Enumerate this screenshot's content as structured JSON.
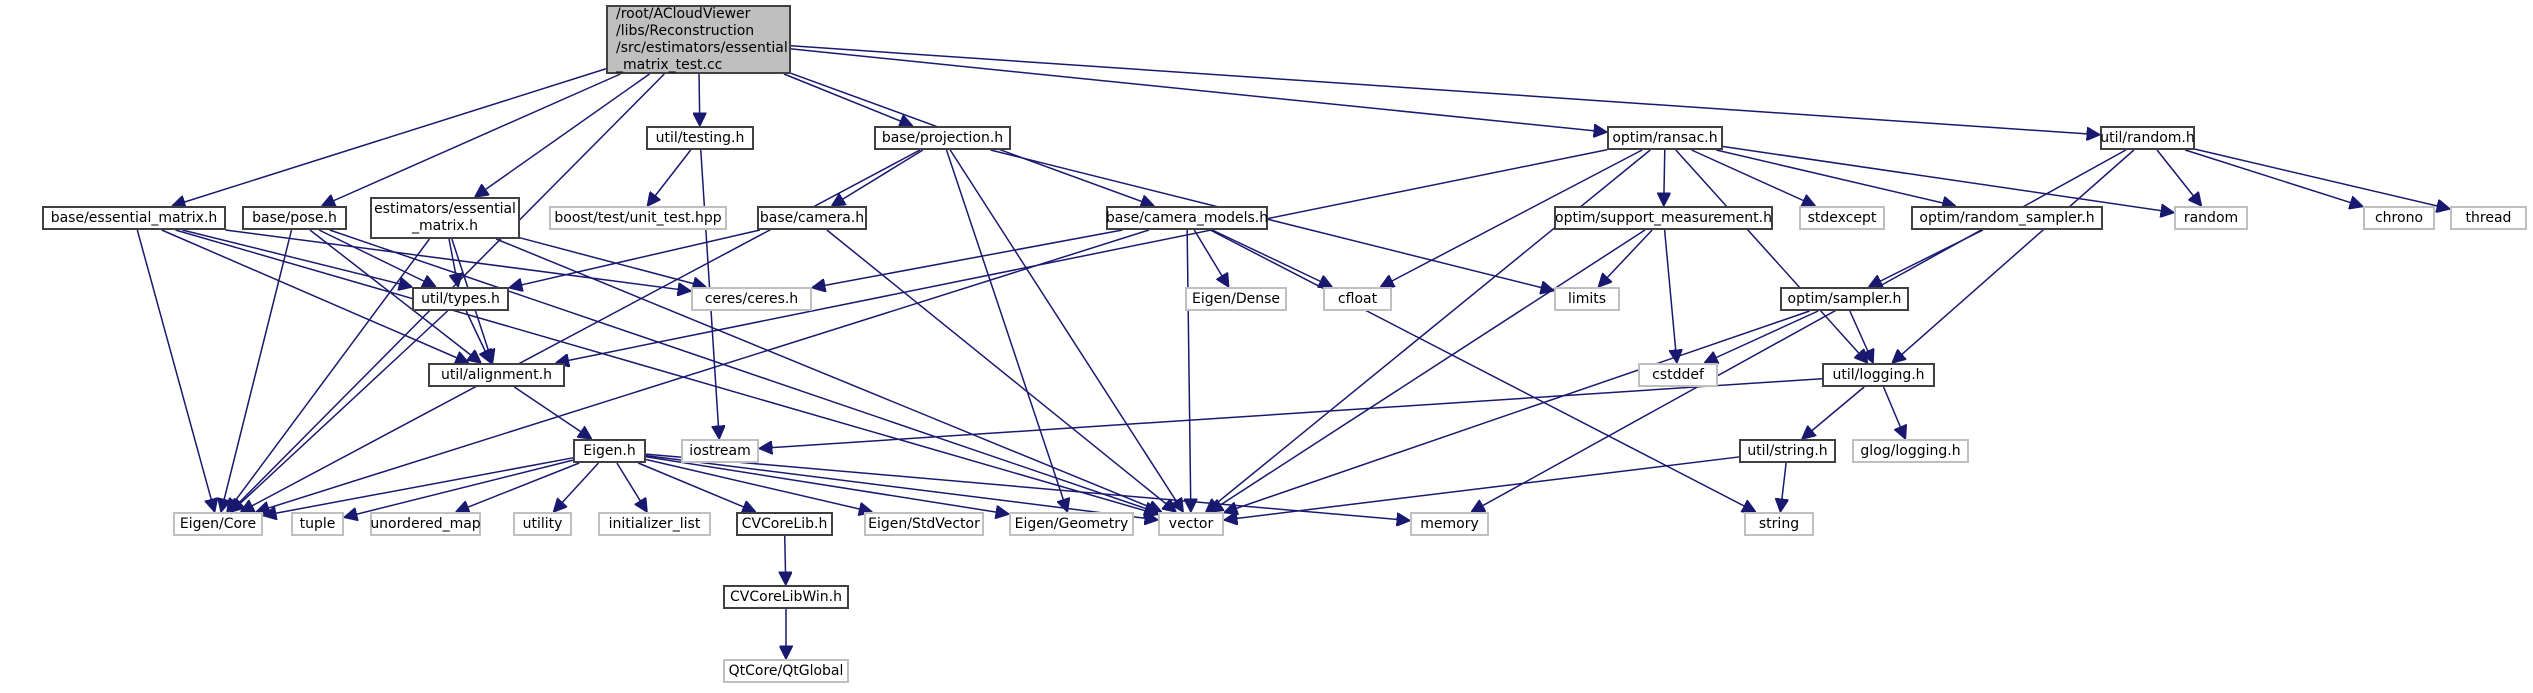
{
  "title": "Include dependency graph for essential_matrix_test.cc",
  "colors": {
    "edge": "#191970",
    "local_border": "#404040",
    "system_border": "#bfbfbf",
    "root_fill": "#bfbfbf"
  },
  "nodes": [
    {
      "id": "root",
      "label": "/root/ACloudViewer\n/libs/Reconstruction\n/src/estimators/essential\n_matrix_test.cc",
      "kind": "root"
    },
    {
      "id": "util_testing",
      "label": "util/testing.h",
      "kind": "local"
    },
    {
      "id": "base_projection",
      "label": "base/projection.h",
      "kind": "local"
    },
    {
      "id": "optim_ransac",
      "label": "optim/ransac.h",
      "kind": "local"
    },
    {
      "id": "util_random",
      "label": "util/random.h",
      "kind": "local"
    },
    {
      "id": "base_essential_matrix",
      "label": "base/essential_matrix.h",
      "kind": "local"
    },
    {
      "id": "base_pose",
      "label": "base/pose.h",
      "kind": "local"
    },
    {
      "id": "estimators_essential_matrix",
      "label": "estimators/essential\n_matrix.h",
      "kind": "local"
    },
    {
      "id": "boost_unit_test",
      "label": "boost/test/unit_test.hpp",
      "kind": "system"
    },
    {
      "id": "base_camera",
      "label": "base/camera.h",
      "kind": "local"
    },
    {
      "id": "base_camera_models",
      "label": "base/camera_models.h",
      "kind": "local"
    },
    {
      "id": "optim_support_measurement",
      "label": "optim/support_measurement.h",
      "kind": "local"
    },
    {
      "id": "stdexcept",
      "label": "stdexcept",
      "kind": "system"
    },
    {
      "id": "optim_random_sampler",
      "label": "optim/random_sampler.h",
      "kind": "local"
    },
    {
      "id": "random",
      "label": "random",
      "kind": "system"
    },
    {
      "id": "chrono",
      "label": "chrono",
      "kind": "system"
    },
    {
      "id": "thread",
      "label": "thread",
      "kind": "system"
    },
    {
      "id": "util_types",
      "label": "util/types.h",
      "kind": "local"
    },
    {
      "id": "ceres",
      "label": "ceres/ceres.h",
      "kind": "system"
    },
    {
      "id": "eigen_dense",
      "label": "Eigen/Dense",
      "kind": "system"
    },
    {
      "id": "cfloat",
      "label": "cfloat",
      "kind": "system"
    },
    {
      "id": "limits",
      "label": "limits",
      "kind": "system"
    },
    {
      "id": "optim_sampler",
      "label": "optim/sampler.h",
      "kind": "local"
    },
    {
      "id": "util_alignment",
      "label": "util/alignment.h",
      "kind": "local"
    },
    {
      "id": "cstddef",
      "label": "cstddef",
      "kind": "system"
    },
    {
      "id": "util_logging",
      "label": "util/logging.h",
      "kind": "local"
    },
    {
      "id": "eigen_h",
      "label": "Eigen.h",
      "kind": "local"
    },
    {
      "id": "iostream",
      "label": "iostream",
      "kind": "system"
    },
    {
      "id": "util_string",
      "label": "util/string.h",
      "kind": "local"
    },
    {
      "id": "glog_logging",
      "label": "glog/logging.h",
      "kind": "system"
    },
    {
      "id": "eigen_core",
      "label": "Eigen/Core",
      "kind": "system"
    },
    {
      "id": "tuple",
      "label": "tuple",
      "kind": "system"
    },
    {
      "id": "unordered_map",
      "label": "unordered_map",
      "kind": "system"
    },
    {
      "id": "utility",
      "label": "utility",
      "kind": "system"
    },
    {
      "id": "initializer_list",
      "label": "initializer_list",
      "kind": "system"
    },
    {
      "id": "cvcorelib",
      "label": "CVCoreLib.h",
      "kind": "local"
    },
    {
      "id": "eigen_stdvector",
      "label": "Eigen/StdVector",
      "kind": "system"
    },
    {
      "id": "eigen_geometry",
      "label": "Eigen/Geometry",
      "kind": "system"
    },
    {
      "id": "vector",
      "label": "vector",
      "kind": "system"
    },
    {
      "id": "memory",
      "label": "memory",
      "kind": "system"
    },
    {
      "id": "string",
      "label": "string",
      "kind": "system"
    },
    {
      "id": "cvcorelibwin",
      "label": "CVCoreLibWin.h",
      "kind": "local"
    },
    {
      "id": "qtglobal",
      "label": "QtCore/QtGlobal",
      "kind": "system"
    }
  ],
  "edges": [
    [
      "root",
      "eigen_core"
    ],
    [
      "root",
      "base_essential_matrix"
    ],
    [
      "root",
      "base_pose"
    ],
    [
      "root",
      "estimators_essential_matrix"
    ],
    [
      "root",
      "util_testing"
    ],
    [
      "root",
      "base_projection"
    ],
    [
      "root",
      "base_camera_models"
    ],
    [
      "root",
      "optim_ransac"
    ],
    [
      "root",
      "util_random"
    ],
    [
      "util_testing",
      "boost_unit_test"
    ],
    [
      "util_testing",
      "iostream"
    ],
    [
      "base_projection",
      "base_camera"
    ],
    [
      "base_projection",
      "eigen_core"
    ],
    [
      "base_projection",
      "eigen_geometry"
    ],
    [
      "base_projection",
      "vector"
    ],
    [
      "base_projection",
      "limits"
    ],
    [
      "base_camera",
      "util_types"
    ],
    [
      "base_camera",
      "vector"
    ],
    [
      "base_essential_matrix",
      "eigen_core"
    ],
    [
      "base_essential_matrix",
      "util_types"
    ],
    [
      "base_essential_matrix",
      "util_alignment"
    ],
    [
      "base_essential_matrix",
      "ceres"
    ],
    [
      "base_essential_matrix",
      "vector"
    ],
    [
      "base_pose",
      "eigen_core"
    ],
    [
      "base_pose",
      "util_types"
    ],
    [
      "base_pose",
      "util_alignment"
    ],
    [
      "base_pose",
      "vector"
    ],
    [
      "estimators_essential_matrix",
      "util_types"
    ],
    [
      "estimators_essential_matrix",
      "util_alignment"
    ],
    [
      "estimators_essential_matrix",
      "eigen_core"
    ],
    [
      "estimators_essential_matrix",
      "vector"
    ],
    [
      "estimators_essential_matrix",
      "ceres"
    ],
    [
      "util_types",
      "util_alignment"
    ],
    [
      "util_types",
      "eigen_core"
    ],
    [
      "util_alignment",
      "eigen_h"
    ],
    [
      "eigen_h",
      "eigen_core"
    ],
    [
      "eigen_h",
      "tuple"
    ],
    [
      "eigen_h",
      "unordered_map"
    ],
    [
      "eigen_h",
      "utility"
    ],
    [
      "eigen_h",
      "initializer_list"
    ],
    [
      "eigen_h",
      "cvcorelib"
    ],
    [
      "eigen_h",
      "eigen_stdvector"
    ],
    [
      "eigen_h",
      "eigen_geometry"
    ],
    [
      "eigen_h",
      "vector"
    ],
    [
      "eigen_h",
      "memory"
    ],
    [
      "cvcorelib",
      "cvcorelibwin"
    ],
    [
      "cvcorelibwin",
      "qtglobal"
    ],
    [
      "base_camera_models",
      "ceres"
    ],
    [
      "base_camera_models",
      "eigen_core"
    ],
    [
      "base_camera_models",
      "eigen_dense"
    ],
    [
      "base_camera_models",
      "cfloat"
    ],
    [
      "base_camera_models",
      "vector"
    ],
    [
      "base_camera_models",
      "string"
    ],
    [
      "optim_ransac",
      "cfloat"
    ],
    [
      "optim_ransac",
      "util_alignment"
    ],
    [
      "optim_ransac",
      "vector"
    ],
    [
      "optim_ransac",
      "optim_support_measurement"
    ],
    [
      "optim_ransac",
      "stdexcept"
    ],
    [
      "optim_ransac",
      "optim_random_sampler"
    ],
    [
      "optim_ransac",
      "random"
    ],
    [
      "optim_ransac",
      "util_logging"
    ],
    [
      "optim_support_measurement",
      "limits"
    ],
    [
      "optim_support_measurement",
      "cstddef"
    ],
    [
      "optim_support_measurement",
      "vector"
    ],
    [
      "optim_random_sampler",
      "optim_sampler"
    ],
    [
      "optim_sampler",
      "cstddef"
    ],
    [
      "optim_sampler",
      "util_logging"
    ],
    [
      "optim_sampler",
      "vector"
    ],
    [
      "util_logging",
      "iostream"
    ],
    [
      "util_logging",
      "util_string"
    ],
    [
      "util_logging",
      "glog_logging"
    ],
    [
      "util_string",
      "vector"
    ],
    [
      "util_string",
      "string"
    ],
    [
      "util_random",
      "random"
    ],
    [
      "util_random",
      "util_logging"
    ],
    [
      "util_random",
      "chrono"
    ],
    [
      "util_random",
      "thread"
    ],
    [
      "util_random",
      "memory"
    ]
  ]
}
